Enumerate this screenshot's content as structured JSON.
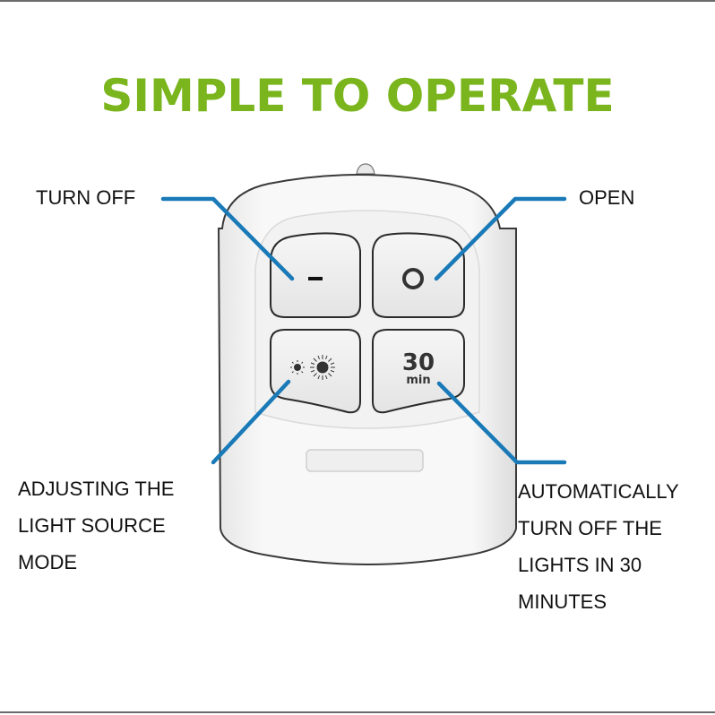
{
  "title": "SIMPLE TO OPERATE",
  "colors": {
    "title": "#7ab51d",
    "leader_line": "#1a7ab8",
    "text": "#111111",
    "remote_body": "#f4f4f4",
    "remote_outline": "#444444"
  },
  "remote": {
    "buttons": [
      {
        "name": "off",
        "icon": "minus-icon",
        "symbol": "–"
      },
      {
        "name": "on",
        "icon": "circle-icon",
        "symbol": "O"
      },
      {
        "name": "mode",
        "icon": "brightness-icon",
        "symbol": "☀☀"
      },
      {
        "name": "timer",
        "icon": "timer-30-icon",
        "symbol": "30",
        "sub": "min"
      }
    ]
  },
  "callouts": {
    "turn_off": {
      "lines": [
        "TURN OFF"
      ]
    },
    "open": {
      "lines": [
        "OPEN"
      ]
    },
    "mode": {
      "lines": [
        "ADJUSTING THE",
        "LIGHT SOURCE",
        "MODE"
      ]
    },
    "timer": {
      "lines": [
        "AUTOMATICALLY",
        "TURN OFF THE",
        "LIGHTS IN 30",
        "MINUTES"
      ]
    }
  }
}
